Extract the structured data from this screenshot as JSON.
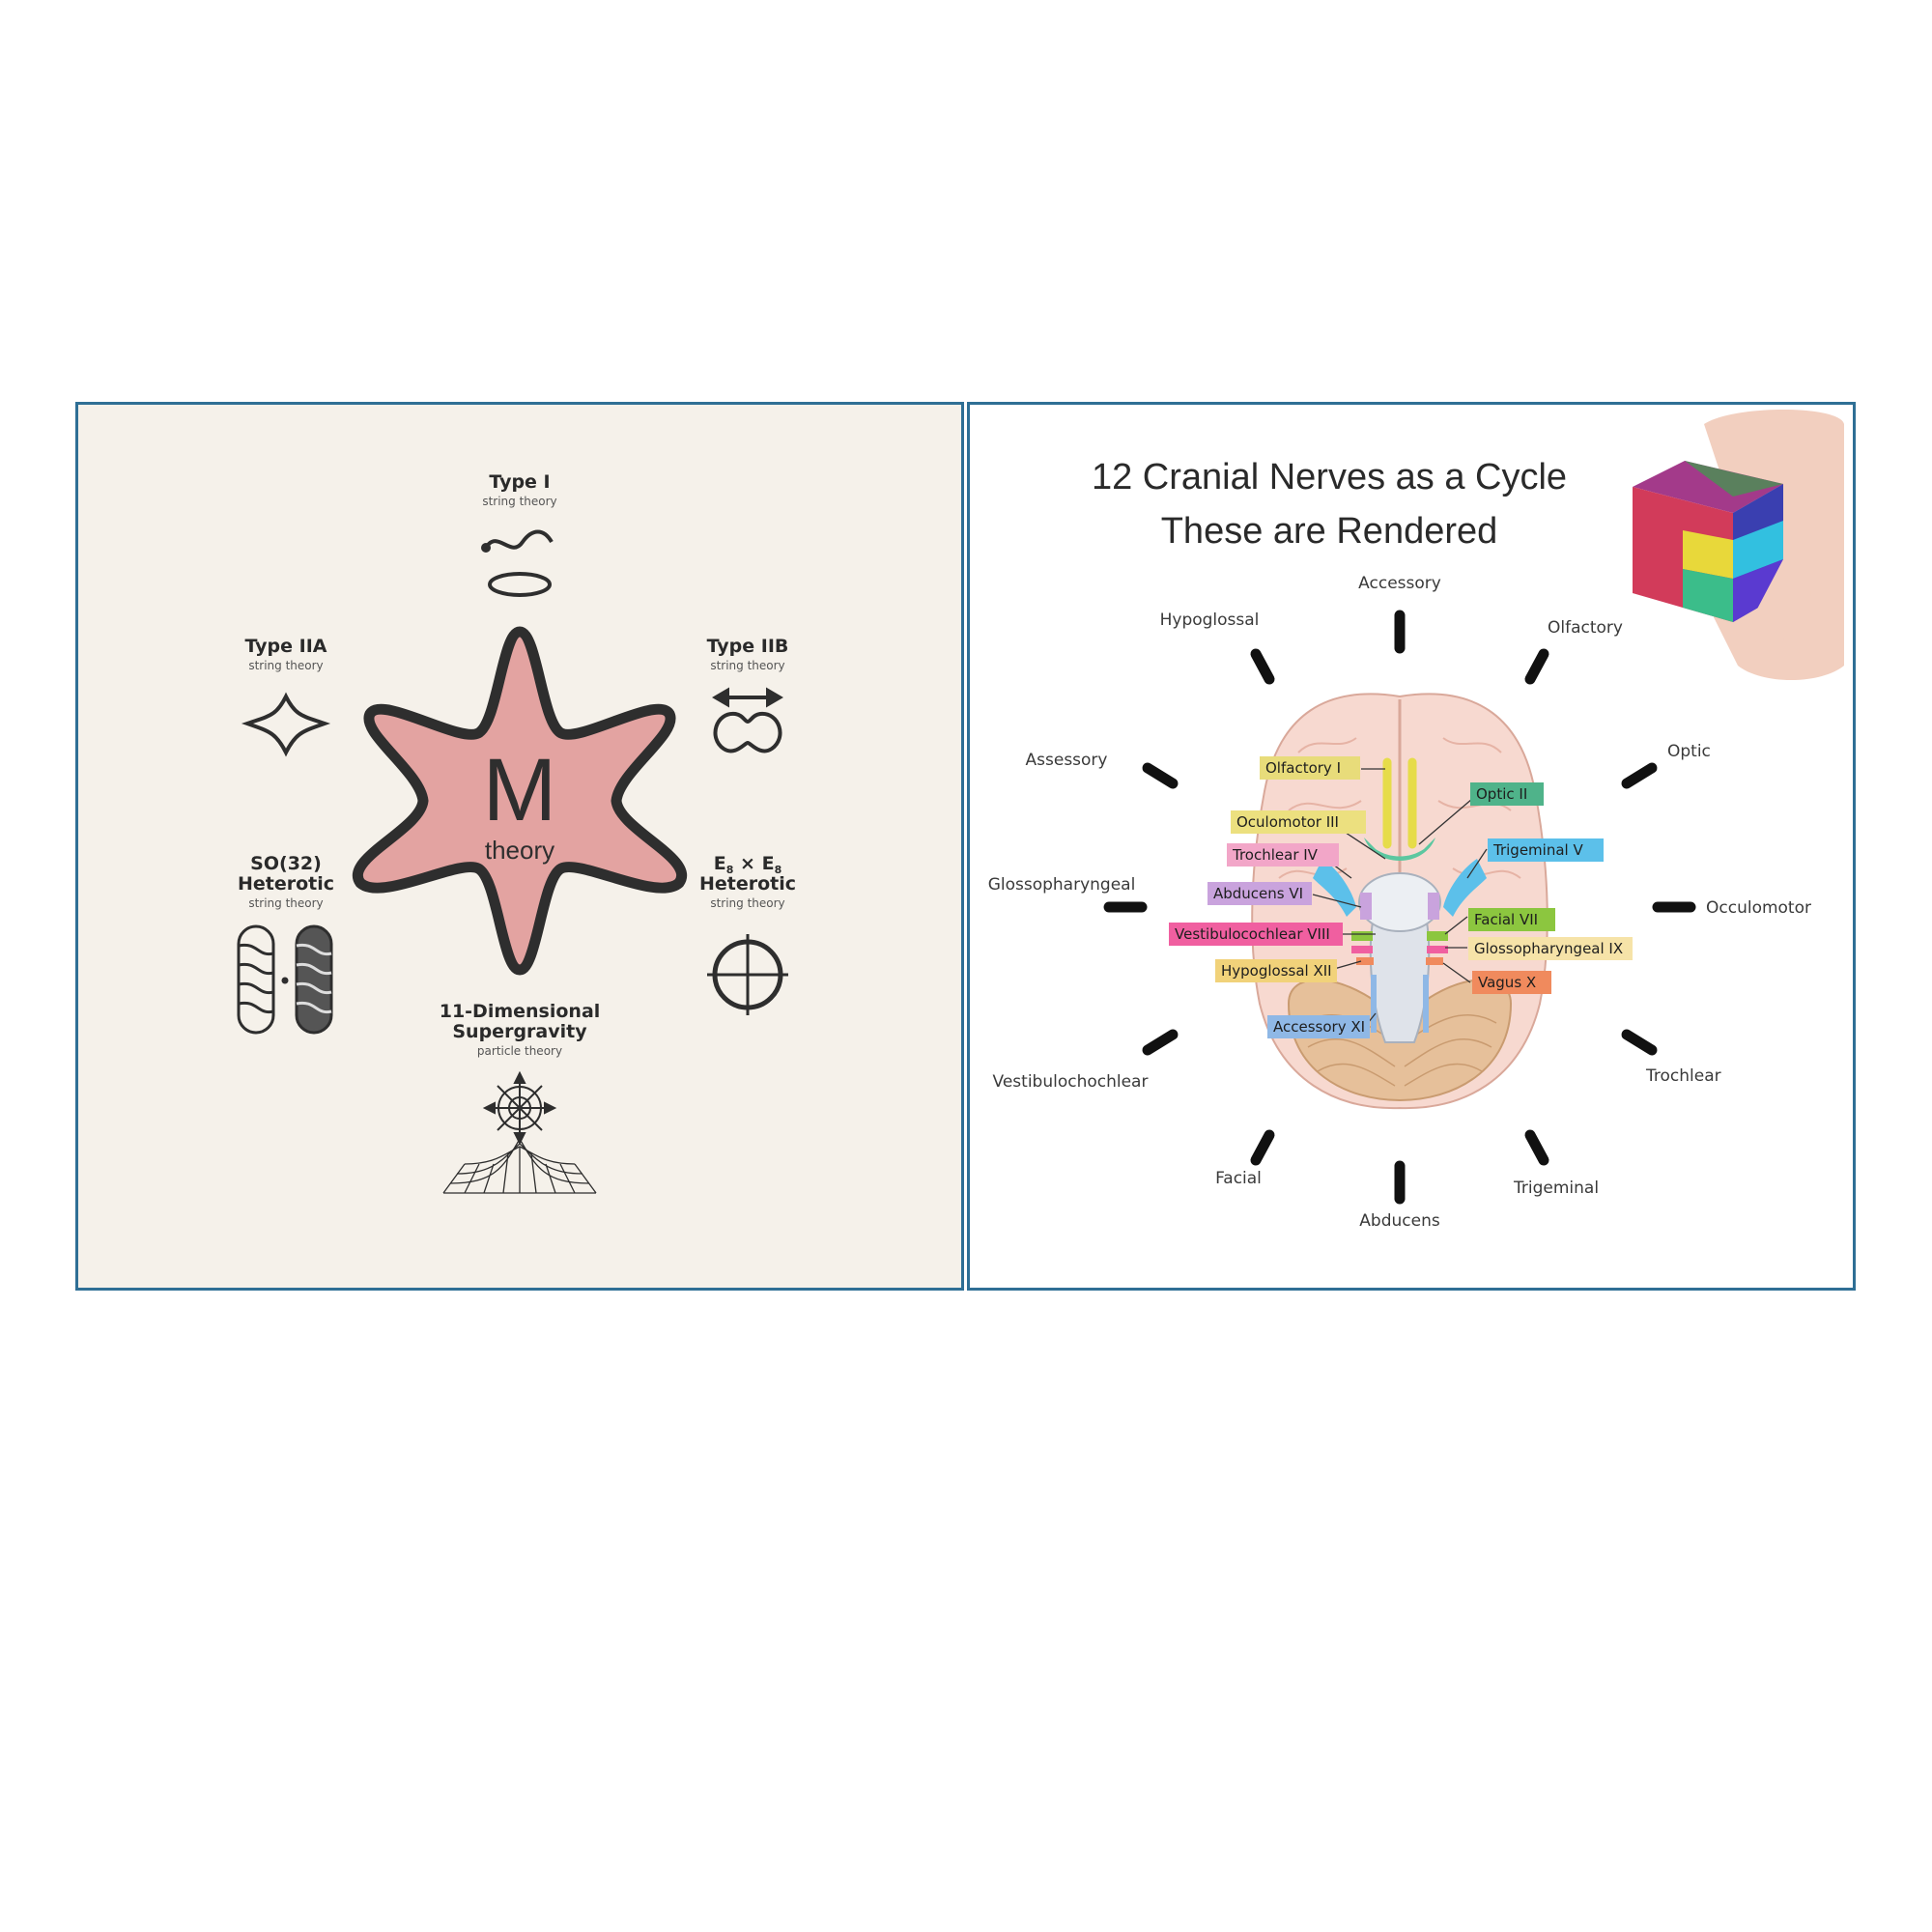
{
  "left": {
    "center": {
      "letter": "M",
      "word": "theory"
    },
    "nodes": {
      "type1": {
        "title": "Type I",
        "sub": "string theory"
      },
      "type2a": {
        "title": "Type IIA",
        "sub": "string theory"
      },
      "type2b": {
        "title": "Type IIB",
        "sub": "string theory"
      },
      "so32": {
        "title1": "SO(32)",
        "title2": "Heterotic",
        "sub": "string theory"
      },
      "e8": {
        "e": "E",
        "sub8": "8",
        "times": " × ",
        "title2": "Heterotic",
        "sub": "string theory"
      },
      "sugra": {
        "title1": "11-Dimensional",
        "title2": "Supergravity",
        "sub": "particle theory"
      }
    }
  },
  "right": {
    "title_line1": "12 Cranial Nerves as a Cycle",
    "title_line2": "These are Rendered",
    "ring_labels": {
      "accessory": "Accessory",
      "olfactory": "Olfactory",
      "optic": "Optic",
      "occulomotor": "Occulomotor",
      "trochlear": "Trochlear",
      "trigeminal": "Trigeminal",
      "abducens": "Abducens",
      "facial": "Facial",
      "vestibulochochlear": "Vestibulochochlear",
      "glossopharyngeal": "Glossopharyngeal",
      "assessory": "Assessory",
      "hypoglossal": "Hypoglossal"
    },
    "brain_tags": {
      "olfactory": {
        "text": "Olfactory I",
        "color": "#e8dc7a"
      },
      "optic": {
        "text": "Optic II",
        "color": "#4fb38a"
      },
      "oculomotor": {
        "text": "Oculomotor III",
        "color": "#ece07f"
      },
      "trochlear": {
        "text": "Trochlear IV",
        "color": "#f2a6c8"
      },
      "trigeminal": {
        "text": "Trigeminal V",
        "color": "#5cc0ea"
      },
      "abducens": {
        "text": "Abducens VI",
        "color": "#c9a3dd"
      },
      "facial": {
        "text": "Facial VII",
        "color": "#8cc63f"
      },
      "vestibulocochlear": {
        "text": "Vestibulocochlear VIII",
        "color": "#f05fa0"
      },
      "glossopharyngeal": {
        "text": "Glossopharyngeal IX",
        "color": "#f6e3a8"
      },
      "hypoglossal": {
        "text": "Hypoglossal XII",
        "color": "#f1d27a"
      },
      "vagus": {
        "text": "Vagus X",
        "color": "#f08a5d"
      },
      "accessory": {
        "text": "Accessory XI",
        "color": "#8fb8e6"
      }
    }
  }
}
